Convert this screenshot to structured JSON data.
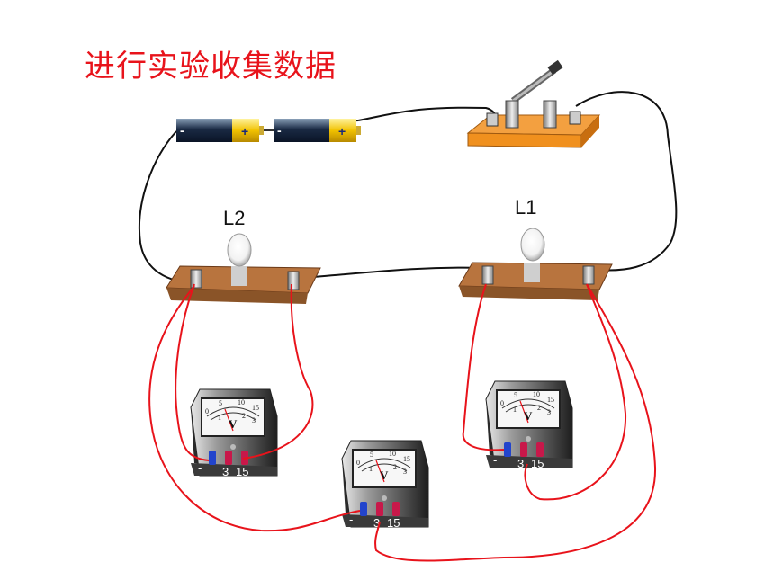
{
  "title": "进行实验收集数据",
  "labels": {
    "lamp_left": "L2",
    "lamp_right": "L1"
  },
  "battery": {
    "negative": "-",
    "positive": "+"
  },
  "voltmeter": {
    "scale": [
      "0",
      "5",
      "10",
      "15"
    ],
    "inner_scale": [
      "1",
      "2",
      "3"
    ],
    "symbol": "V",
    "terminal_minus": "-",
    "terminal_3": "3",
    "terminal_15": "15"
  },
  "colors": {
    "title": "#e8131b",
    "wire_black": "#111111",
    "wire_red": "#e8131b",
    "board": "#a8683a",
    "switch_base": "#f0901e",
    "battery_gold": "#f2c200"
  }
}
